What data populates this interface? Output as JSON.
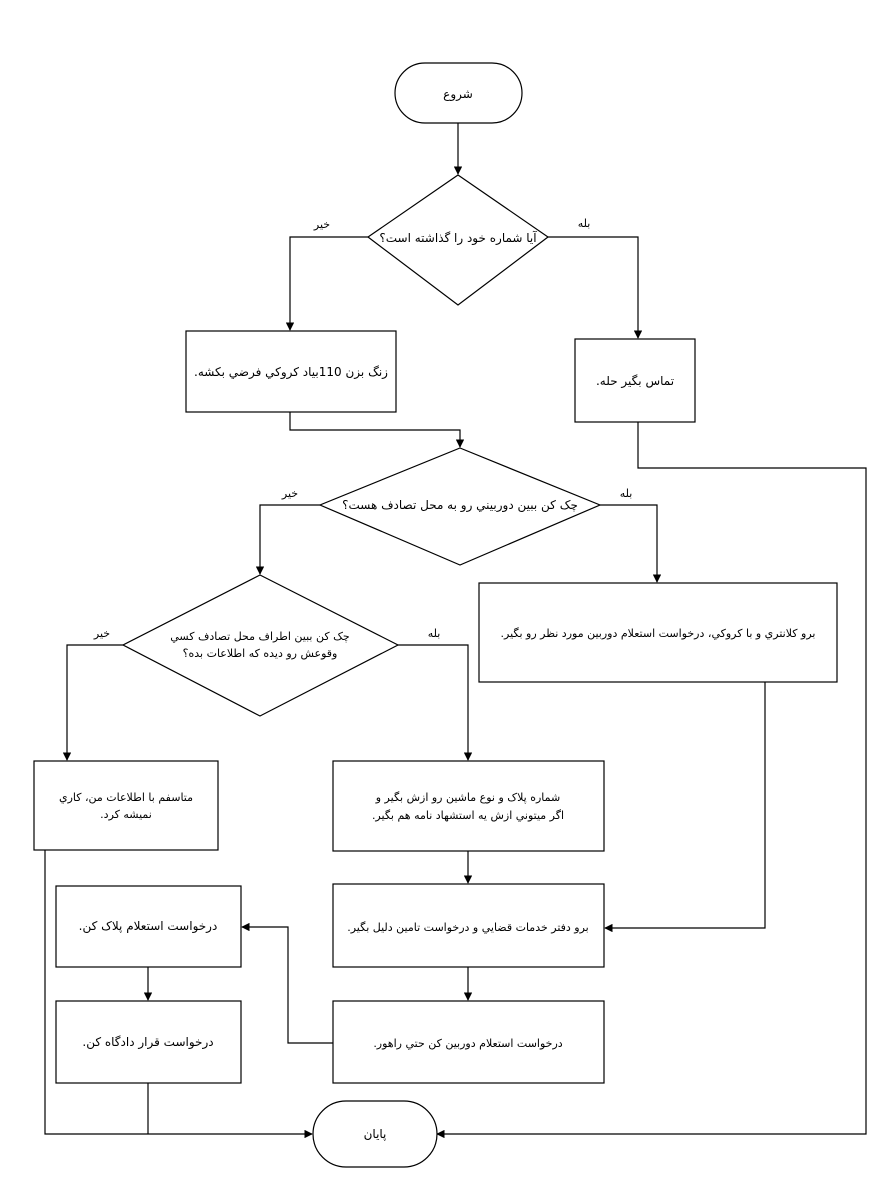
{
  "nodes": {
    "start": "شروع",
    "q_number_left": "آيا شماره خود را گذاشته است؟",
    "call_110": [
      "زنگ بزن 110بياد كروكي فرضي بكشه."
    ],
    "call_them": "تماس بگير حله.",
    "q_camera": "چک کن ببين دوربيني رو به محل تصادف هست؟",
    "police_station": "برو كلانتري و با كروكي، درخواست استعلام دوربين مورد نظر رو بگير.",
    "q_witness": [
      "چک کن ببين اطراف محل تصادف كسي",
      "وقوعش رو ديده كه اطلاعات بده؟"
    ],
    "sorry": [
      "متاسفم با اطلاعات من، كاري",
      "نميشه كرد."
    ],
    "plate_info": [
      "شماره پلاک و نوع ماشين رو ازش بگير و",
      "اگر ميتوني ازش يه استشهاد نامه هم بگير."
    ],
    "judicial_office": "برو دفتر خدمات قضايي و درخواست تامين دليل بگير.",
    "road_camera": "درخواست استعلام دوربين كن حتي راهور.",
    "plate_inquiry": "درخواست استعلام پلاک كن.",
    "court_order": "درخواست قرار دادگاه كن.",
    "end": "پايان"
  },
  "edge_labels": {
    "q1_no": "خير",
    "q1_yes": "بله",
    "q2_no": "خير",
    "q2_yes": "بله",
    "q3_no": "خير",
    "q3_yes": "بله"
  }
}
